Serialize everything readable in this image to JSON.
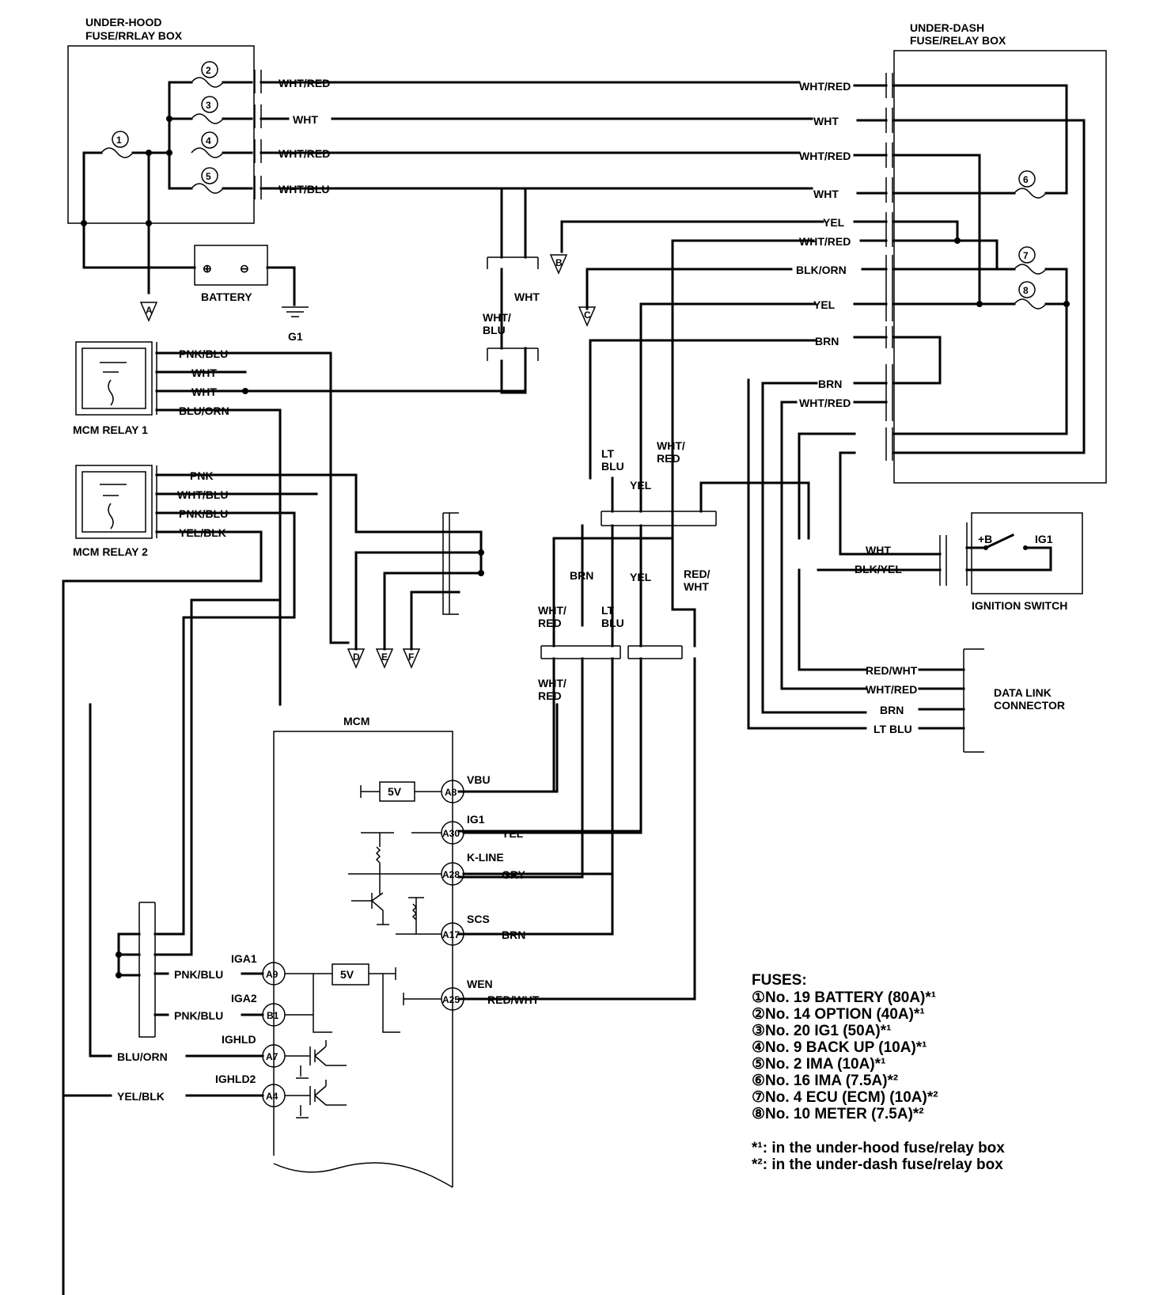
{
  "boxes": {
    "under_hood": [
      "UNDER-HOOD",
      "FUSE/RRLAY BOX"
    ],
    "under_dash": [
      "UNDER-DASH",
      "FUSE/RELAY BOX"
    ],
    "battery": "BATTERY",
    "ground": "G1",
    "relay1": "MCM RELAY 1",
    "relay2": "MCM RELAY 2",
    "ignition": "IGNITION SWITCH",
    "ign_b": "+B",
    "ign_ig1": "IG1",
    "dlc": [
      "DATA LINK",
      "CONNECTOR"
    ],
    "mcm": "MCM",
    "five_v": "5V"
  },
  "fuse_nums": [
    "1",
    "2",
    "3",
    "4",
    "5",
    "6",
    "7",
    "8"
  ],
  "offpage": [
    "A",
    "B",
    "C",
    "D",
    "E",
    "F"
  ],
  "wires": {
    "wht_red": "WHT/RED",
    "wht": "WHT",
    "wht_blu": "WHT/BLU",
    "yel": "YEL",
    "blk_orn": "BLK/ORN",
    "brn": "BRN",
    "pnk_blu": "PNK/BLU",
    "blu_orn": "BLU/ORN",
    "pnk": "PNK",
    "yel_blk": "YEL/BLK",
    "blk_yel": "BLK/YEL",
    "red_wht": "RED/WHT",
    "lt_blu": "LT BLU",
    "gry": "GRY",
    "wht_s": [
      "WHT/",
      "BLU"
    ],
    "wht_red_s": [
      "WHT/",
      "RED"
    ],
    "red_wht_s": [
      "RED/",
      "WHT"
    ],
    "lt_blu_s": [
      "LT",
      "BLU"
    ]
  },
  "pins": {
    "a8": "A8",
    "a30": "A30",
    "a28": "A28",
    "a17": "A17",
    "a25": "A25",
    "a9": "A9",
    "b1": "B1",
    "a7": "A7",
    "a4": "A4"
  },
  "signals": {
    "vbu": "VBU",
    "ig1": "IG1",
    "kline": "K-LINE",
    "scs": "SCS",
    "wen": "WEN",
    "iga1": "IGA1",
    "iga2": "IGA2",
    "ighld": "IGHLD",
    "ighld2": "IGHLD2"
  },
  "fuses": {
    "title": "FUSES:",
    "items": [
      "①No. 19 BATTERY (80A)*¹",
      "②No. 14 OPTION (40A)*¹",
      "③No. 20 IG1 (50A)*¹",
      "④No. 9 BACK UP (10A)*¹",
      "⑤No. 2 IMA (10A)*¹",
      "⑥No. 16 IMA (7.5A)*²",
      "⑦No. 4 ECU (ECM) (10A)*²",
      "⑧No. 10 METER (7.5A)*²"
    ],
    "notes": [
      "*¹: in the under-hood fuse/relay box",
      "*²: in the under-dash fuse/relay box"
    ]
  }
}
